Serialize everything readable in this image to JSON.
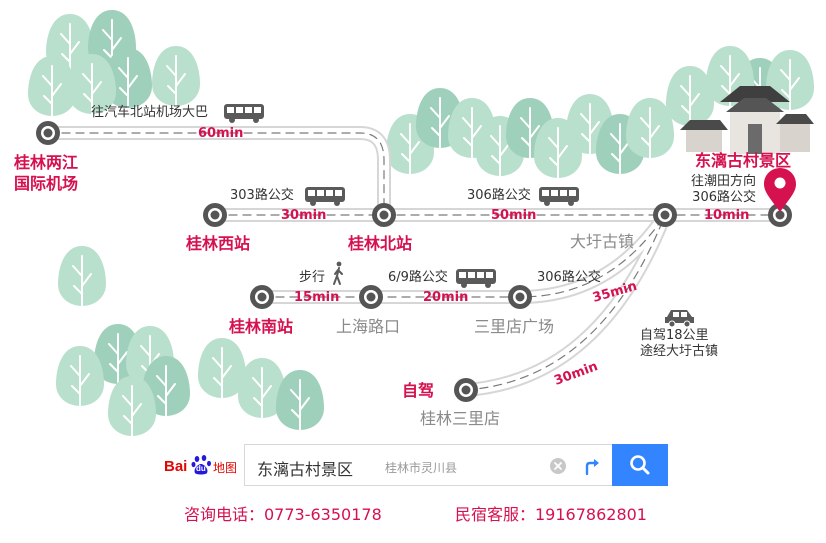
{
  "stations": {
    "airport": "桂林两江\n国际机场",
    "west": "桂林西站",
    "north": "桂林北站",
    "south": "桂林南站",
    "shanghai_rd": "上海路口",
    "sanlidian_square": "三里店广场",
    "dawei": "大圩古镇",
    "scenic": "东漓古村景区",
    "sanlidian": "桂林三里店",
    "self_drive": "自驾"
  },
  "routes": {
    "airport_bus": "往汽车北站机场大巴",
    "airport_time": "60min",
    "bus303": "303路公交",
    "time303": "30min",
    "bus306_a": "306路公交",
    "time306_a": "50min",
    "chaotian": "往潮田方向\n306路公交",
    "time_last": "10min",
    "walk": "步行",
    "walk_time": "15min",
    "bus69": "6/9路公交",
    "time69": "20min",
    "bus306_b": "306路公交",
    "time306_b": "35min",
    "drive_note": "自驾18公里\n途经大圩古镇",
    "drive_time": "30min"
  },
  "search": {
    "query": "东漓古村景区",
    "location": "桂林市灵川县"
  },
  "logo": {
    "brand": "Bai",
    "brand2": "du",
    "product": "地图"
  },
  "contact": {
    "phone": "咨询电话：0773-6350178",
    "homestay": "民宿客服：19167862801"
  },
  "colors": {
    "accent": "#d6114f",
    "road": "#dcdcdc",
    "tree": "#b9dfcd",
    "tree_dark": "#a3d3be",
    "search_button": "#3385ff"
  }
}
